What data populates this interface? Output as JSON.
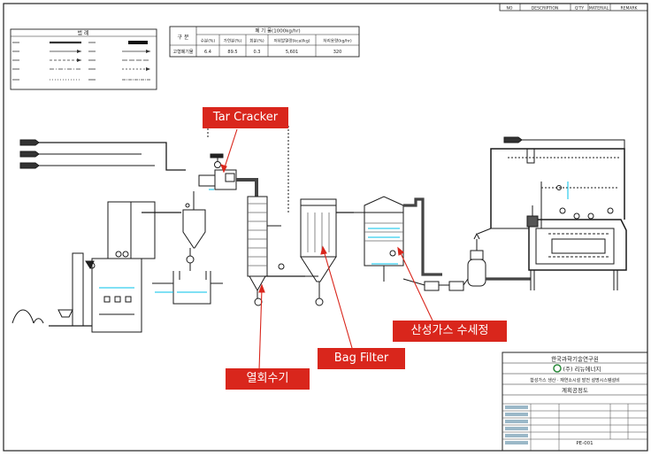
{
  "drawing_header": {
    "columns": [
      "NO",
      "DESCRIPTION",
      "Q'TY",
      "MATERIAL",
      "REMARK"
    ]
  },
  "legend": {
    "title": "범 례"
  },
  "spec_table": {
    "category_label": "구 분",
    "group_header": "폐 기 물(1000kg/hr)",
    "columns": [
      "수분(%)",
      "가연분(%)",
      "회분(%)",
      "저위발열량(kcal/kg)",
      "처리용량(kg/hr)"
    ],
    "row_label": "고형폐기물",
    "values": [
      "6.4",
      "89.5",
      "0.3",
      "5,601",
      "320"
    ]
  },
  "callouts": {
    "tar_cracker": "Tar Cracker",
    "heat_recovery": "열회수기",
    "bag_filter": "Bag Filter",
    "acid_gas_scrubber": "산성가스 수세정"
  },
  "title_block": {
    "institute": "한국과학기술연구원",
    "company": "(주) 리뉴에너지",
    "project": "합성가스 생산 · 재연소시설 발전 설명시스템설비",
    "drawing_title": "계획공정도",
    "drawing_no": "PE-001"
  },
  "colors": {
    "callout": "#d9261c",
    "line": "#1a1a1a",
    "water": "#00c0e8"
  }
}
